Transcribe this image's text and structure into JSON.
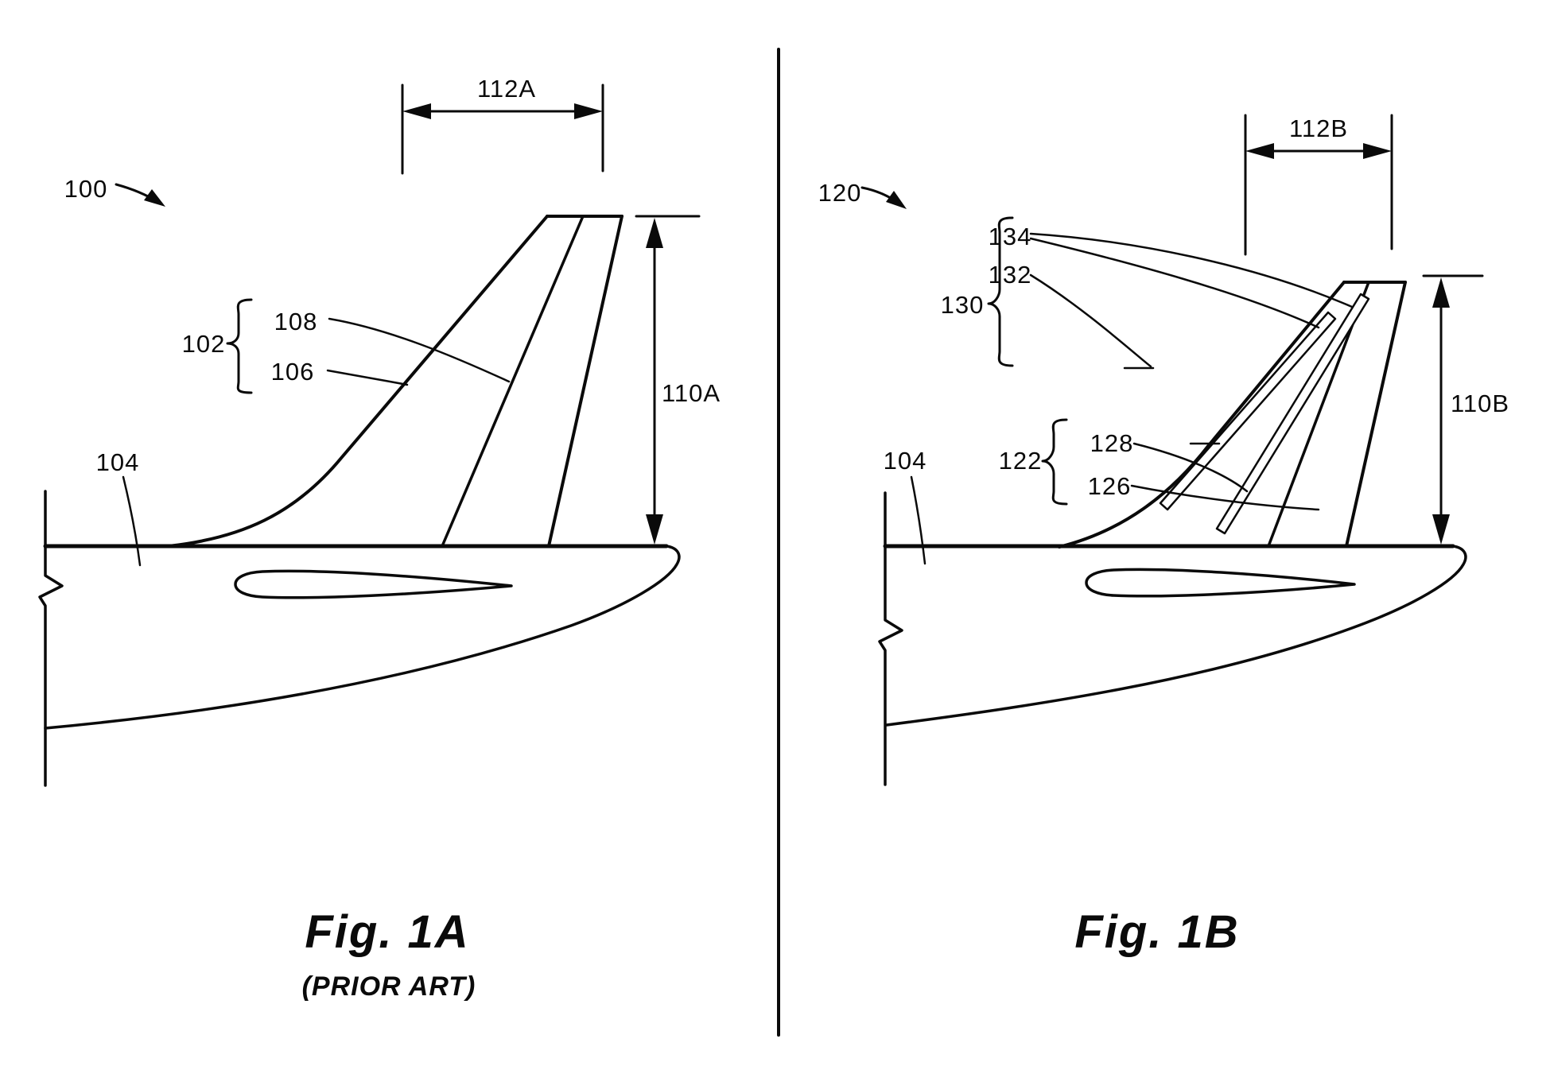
{
  "figure_1a": {
    "caption": "Fig. 1A",
    "subcaption": "(PRIOR ART)",
    "ref_labels": {
      "assembly": "100",
      "empennage_group": "102",
      "vertical_stabilizer": "108",
      "leading_edge": "106",
      "fuselage": "104",
      "span_dimension": "112A",
      "height_dimension": "110A"
    }
  },
  "figure_1b": {
    "caption": "Fig. 1B",
    "ref_labels": {
      "assembly": "120",
      "upper_slat_group": "130",
      "upper_slat_outer": "134",
      "upper_slat_inner": "132",
      "lower_slat_group": "122",
      "lower_slat_outer": "128",
      "lower_slat_inner": "126",
      "fuselage": "104",
      "span_dimension": "112B",
      "height_dimension": "110B"
    }
  },
  "colors": {
    "ink": "#0a0a0a",
    "paper": "#ffffff"
  }
}
